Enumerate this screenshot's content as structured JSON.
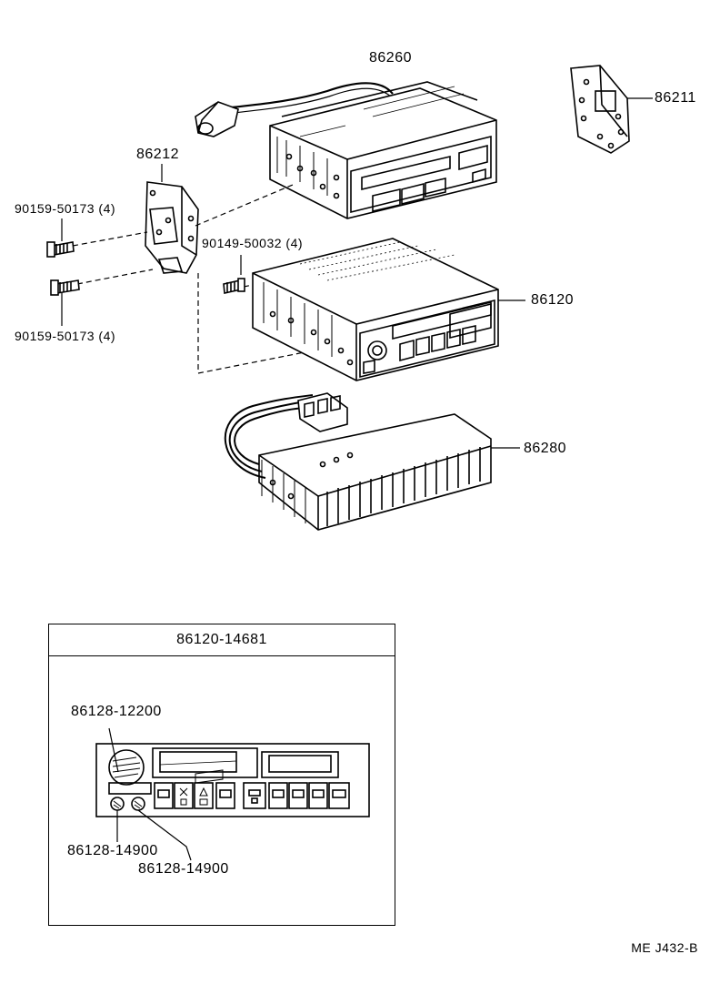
{
  "labels": {
    "deck_86260": "86260",
    "bracket_86211": "86211",
    "bracket_86212": "86212",
    "screw_top": "90159-50173 (4)",
    "screw_middle": "90149-50032 (4)",
    "screw_bottom": "90159-50173 (4)",
    "radio_86120": "86120",
    "amp_86280": "86280"
  },
  "inset": {
    "title": "86120-14681",
    "knob": "86128-12200",
    "knob_small_1": "86128-14900",
    "knob_small_2": "86128-14900"
  },
  "reference_code": "ME J432-B"
}
